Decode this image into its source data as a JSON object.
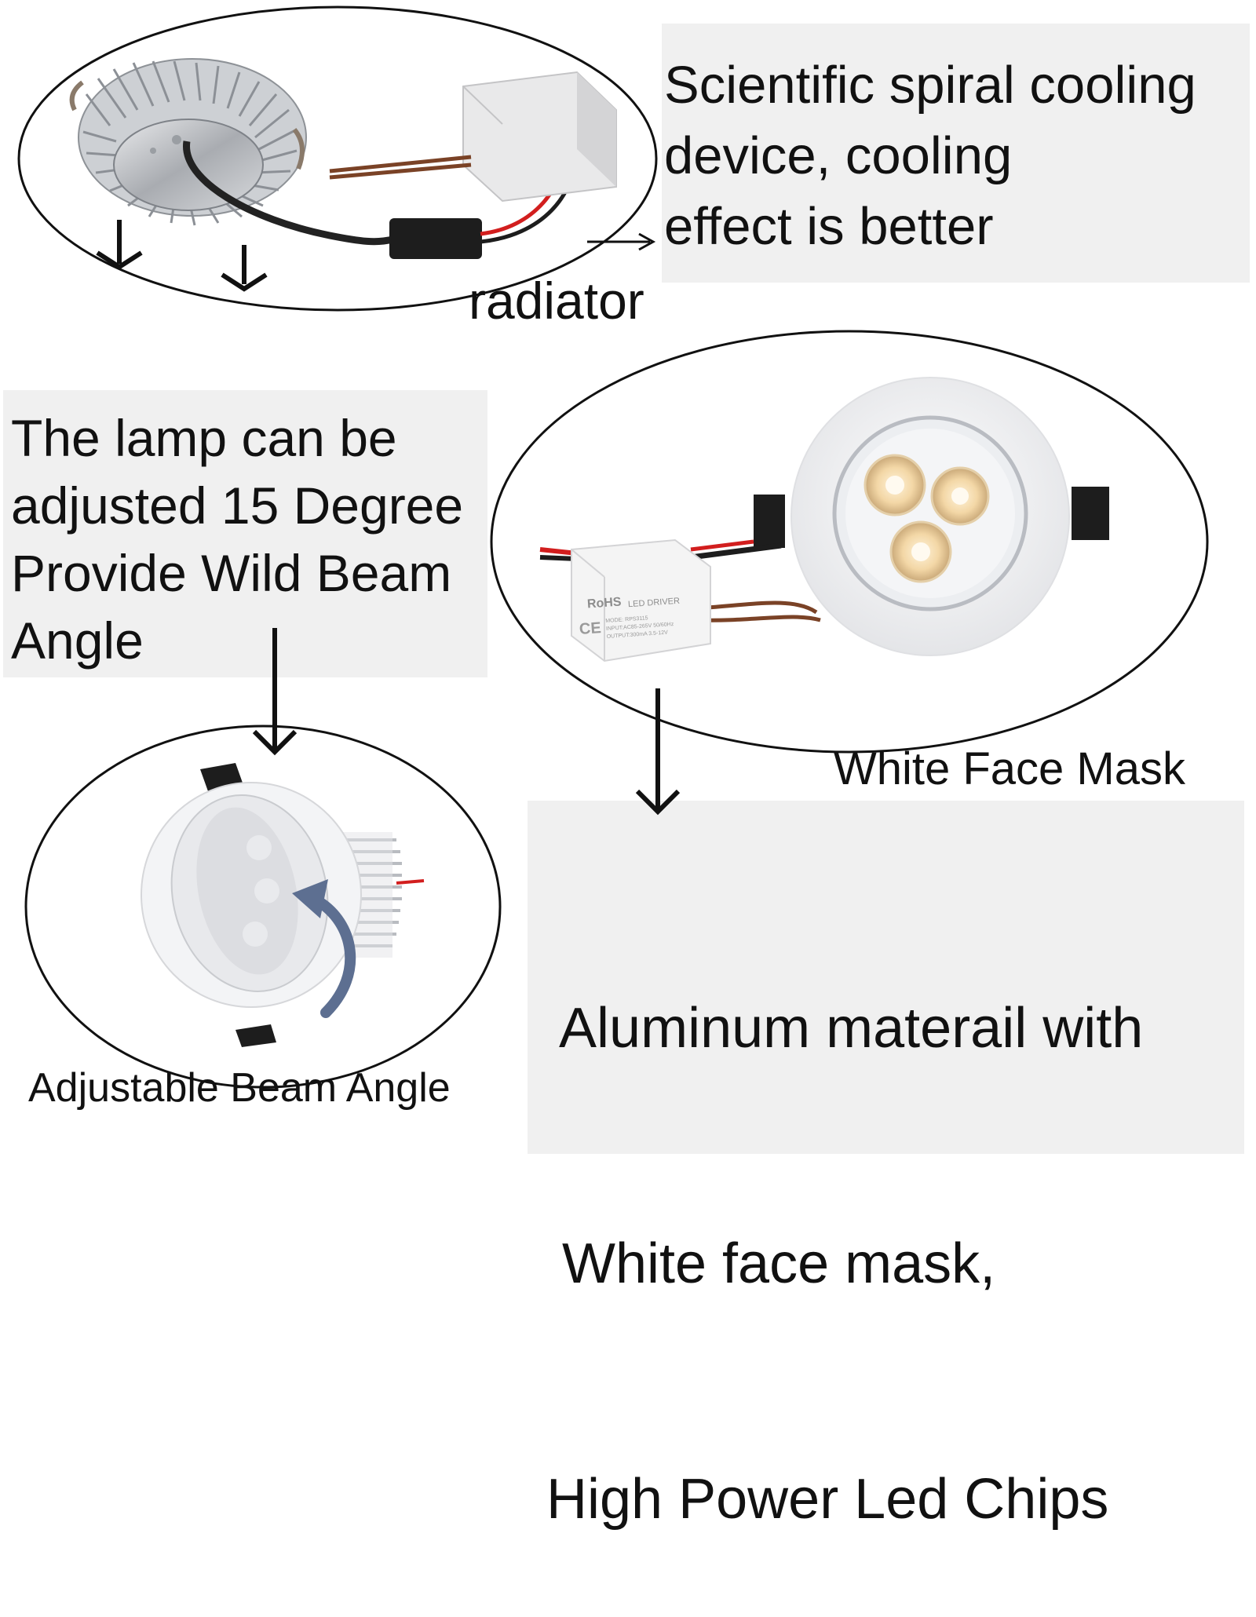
{
  "top_feature": {
    "lines": [
      "Scientific spiral cooling",
      "device, cooling",
      "effect is better"
    ],
    "caption": "radiator"
  },
  "left_feature": {
    "lines": [
      "The lamp can be",
      "adjusted 15 Degree",
      "Provide Wild Beam",
      "Angle"
    ],
    "caption": "Adjustable Beam Angle"
  },
  "right_feature": {
    "caption": "White Face Mask",
    "lines": [
      " Aluminum materail with",
      " White face mask,",
      "High Power Led Chips"
    ]
  },
  "driver_label": {
    "brand": "RoHS",
    "title": "LED DRIVER",
    "mark": "CE",
    "spec_lines": [
      "MODE: RPS3115",
      "INPUT:AC85-265V 50/60Hz",
      "OUTPUT:300mA  3.5-12V"
    ]
  },
  "colors": {
    "panel": "#f0f0f0",
    "text": "#111111",
    "arrow": "#111111",
    "wire_red": "#d21e1e",
    "wire_brown": "#7a4226",
    "led": "#f3d7a6",
    "rotate_arrow": "#5d6f91"
  }
}
